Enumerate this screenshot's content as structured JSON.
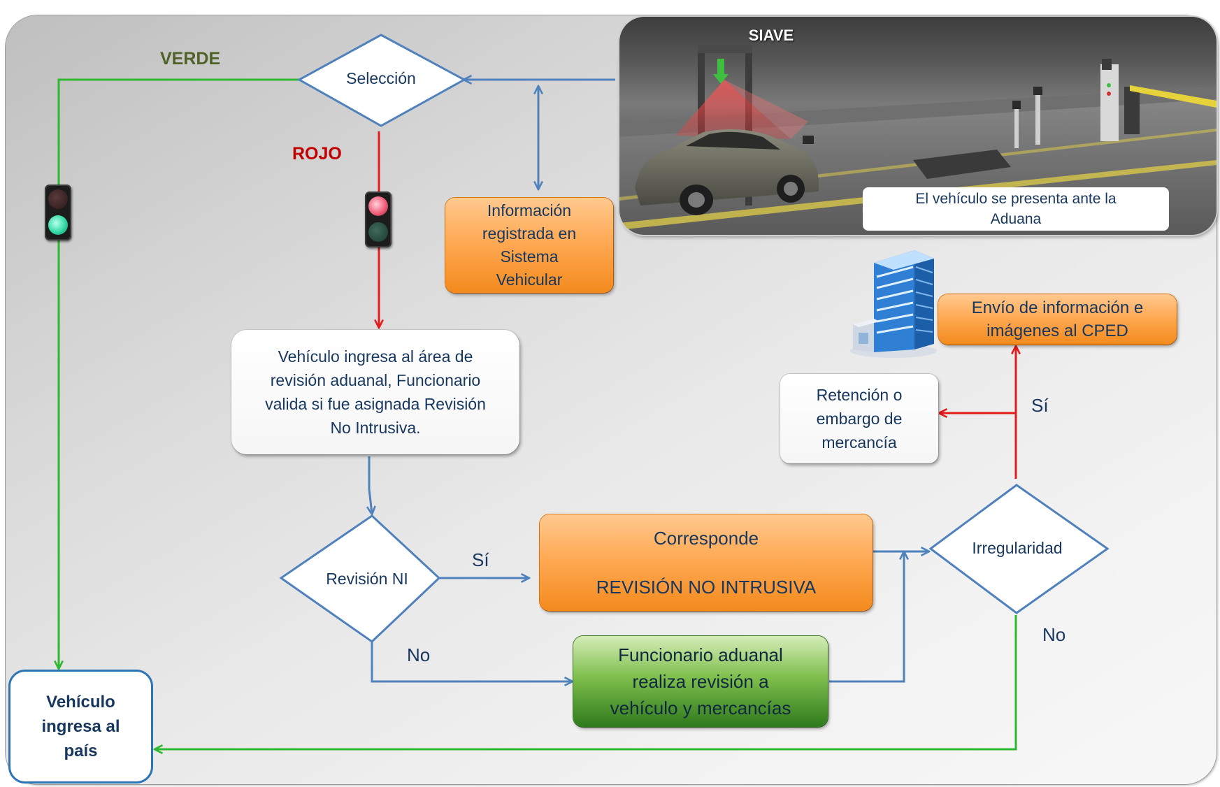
{
  "diagram": {
    "photo": {
      "title": "SIAVE",
      "caption": "El vehículo se presenta ante la\nAduana"
    },
    "decisions": {
      "seleccion": "Selección",
      "revision_ni": "Revisión NI",
      "irregularidad": "Irregularidad"
    },
    "boxes": {
      "info_registrada": "Información\nregistrada en\nSistema\nVehicular",
      "vehiculo_ingresa_area": "Vehículo ingresa al área de\nrevisión aduanal, Funcionario\nvalida si fue asignada Revisión\nNo Intrusiva.",
      "corresponde": "Corresponde\n\nREVISIÓN NO INTRUSIVA",
      "funcionario_revision": "Funcionario aduanal\nrealiza revisión a\nvehículo y mercancías",
      "envio_info": "Envío de  información  e\nimágenes al CPED",
      "retencion": "Retención o\nembargo de\nmercancía",
      "vehiculo_ingresa_pais": "Vehículo\ningresa al\npaís"
    },
    "labels": {
      "verde": "VERDE",
      "rojo": "ROJO",
      "si_revision": "Sí",
      "no_revision": "No",
      "si_irregularidad": "Sí",
      "no_irregularidad": "No"
    },
    "colors": {
      "green_line": "#2eb82e",
      "red_line": "#e31b1b",
      "blue_line": "#4f81bd",
      "verde_label": "#4f6228",
      "rojo_label": "#c00000",
      "text": "#17375e"
    },
    "icons": [
      "traffic-light-green-icon",
      "traffic-light-red-icon",
      "office-building-icon"
    ]
  }
}
